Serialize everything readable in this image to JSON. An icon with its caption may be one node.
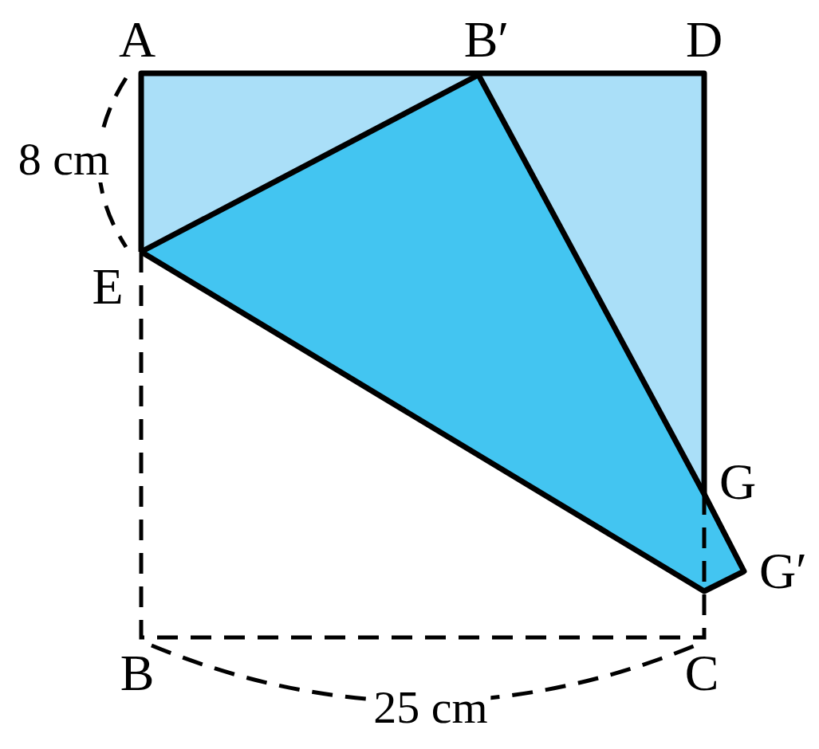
{
  "diagram": {
    "labels": [
      "A",
      "B′",
      "D",
      "8 cm",
      "E",
      "G",
      "G′",
      "B",
      "C",
      "25 cm"
    ]
  }
}
